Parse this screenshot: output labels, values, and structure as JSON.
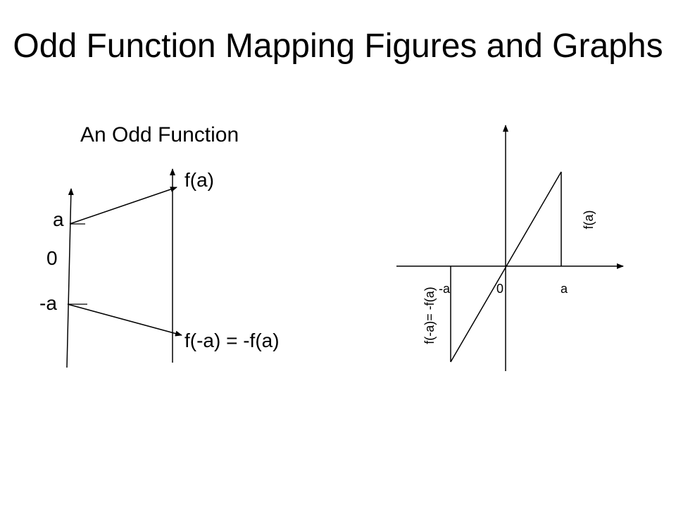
{
  "slide": {
    "title": "Odd Function Mapping Figures and Graphs"
  },
  "mapping_figure": {
    "heading": "An Odd Function",
    "domain_labels": {
      "a": "a",
      "zero": "0",
      "neg_a": "-a"
    },
    "range_labels": {
      "fa": "f(a)",
      "f_neg_a": "f(-a) = -f(a)"
    }
  },
  "graph": {
    "x_labels": {
      "neg_a": "-a",
      "zero": "0",
      "a": "a"
    },
    "y_labels": {
      "fa": "f(a)",
      "f_neg_a": "f(-a)= -f(a)"
    }
  }
}
